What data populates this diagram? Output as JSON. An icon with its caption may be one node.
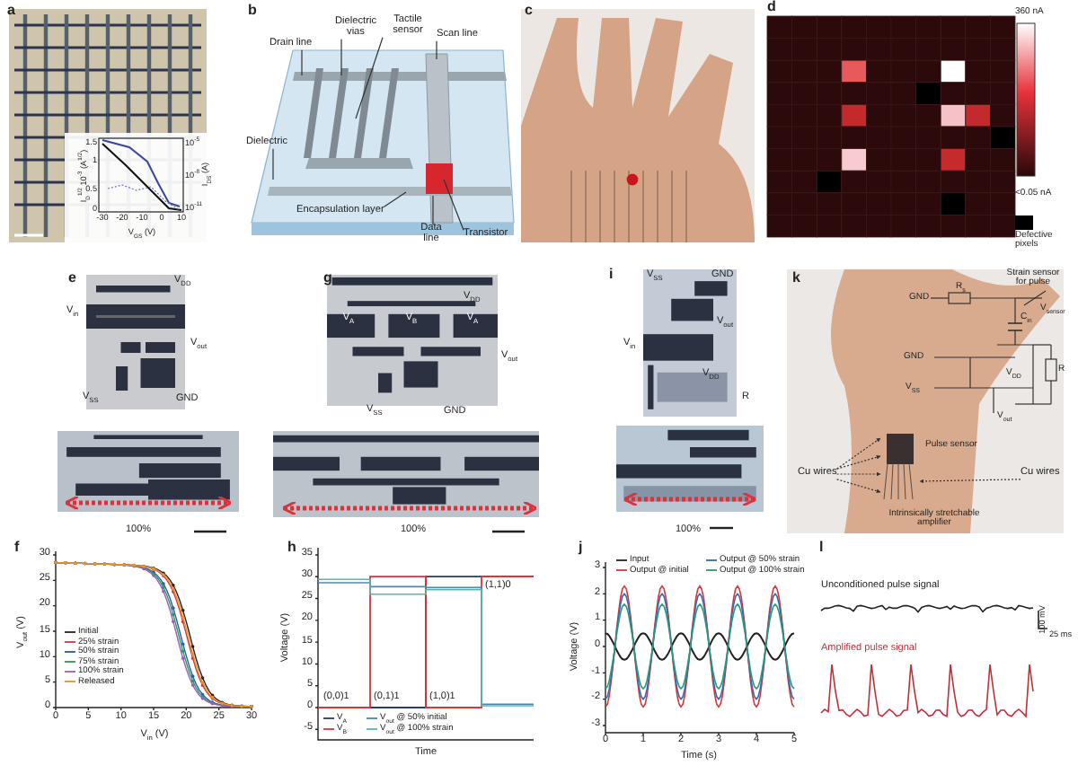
{
  "diagram": {
    "nodes": [
      {
        "text": [
          "Drain line"
        ]
      },
      {
        "text": [
          "Dielectric vias"
        ]
      },
      {
        "text": [
          "Tactile sensor"
        ]
      },
      {
        "text": [
          "Scan line"
        ]
      },
      {
        "text": [
          "Dielectric"
        ]
      },
      {
        "text": [
          "Encapsulation layer"
        ]
      },
      {
        "text": [
          "Data line"
        ]
      },
      {
        "text": [
          "Transistor"
        ]
      },
      {
        "text": [
          "Cu wires"
        ]
      },
      {
        "text": [
          "Cu wires"
        ]
      },
      {
        "text": [],
        "shape": "picture"
      }
    ],
    "edges": [
      {
        "from": 0,
        "to": null,
        "arrow": "none"
      },
      {
        "from": 1,
        "to": null,
        "arrow": "none"
      },
      {
        "from": 2,
        "to": null,
        "arrow": "none"
      },
      {
        "from": 3,
        "to": null,
        "arrow": "none"
      },
      {
        "from": 4,
        "to": null,
        "arrow": "none"
      },
      {
        "from": 5,
        "to": null,
        "arrow": "none"
      },
      {
        "from": 6,
        "to": null,
        "arrow": "none"
      },
      {
        "from": 7,
        "to": null,
        "arrow": "none"
      },
      {
        "from": 8,
        "to": 10,
        "arrow": "to",
        "style": "dashed"
      },
      {
        "from": 8,
        "to": 10,
        "arrow": "to",
        "style": "dashed"
      },
      {
        "from": 8,
        "to": 10,
        "arrow": "to",
        "style": "dashed"
      },
      {
        "from": 8,
        "to": 10,
        "arrow": "to",
        "style": "dashed"
      },
      {
        "from": 9,
        "to": 10,
        "arrow": "to",
        "style": "dashed"
      }
    ],
    "labels": [
      "a",
      "I$_{D}$$^{1/2}$ 10$^{-3}$ (A$^{1/2}$)",
      "1.5",
      "1",
      "0.5",
      "0",
      "10$^{-5}$",
      "10$^{-8}$",
      "10$^{-11}$",
      "I$_{DS}$ (A)",
      "-30",
      "-20",
      "-10",
      "0",
      "10",
      "V$_{GS}$ (V)",
      "b",
      "c",
      "d",
      "360 nA",
      "<0.05 nA",
      "e",
      "V$_{DD}$",
      "V$_{in}$",
      "V$_{out}$",
      "V$_{SS}$",
      "GND",
      "100%",
      "g",
      "V$_{DD}$",
      "V$_{A}$",
      "V$_{B}$",
      "V$_{A}$",
      "V$_{out}$",
      "V$_{SS}$",
      "GND",
      "100%",
      "i",
      "V$_{SS}$",
      "GND",
      "V$_{out}$",
      "V$_{in}$",
      "V$_{DD}$",
      "R",
      "100%",
      "k",
      "Strain sensor for pulse",
      "R$_{s}$",
      "GND",
      "V$_{sensor}$",
      "C$_{in}$",
      "GND",
      "V$_{DD}$",
      "R",
      "V$_{SS}$",
      "V$_{out}$",
      "Pulse sensor",
      "Intrinsically stretchable amplifier",
      "f",
      "30",
      "25",
      "20",
      "15",
      "10",
      "5",
      "0",
      "0",
      "5",
      "10",
      "15",
      "20",
      "25",
      "30",
      "V$_{out}$ (V)",
      "V$_{in}$ (V)",
      "h",
      "35",
      "30",
      "25",
      "20",
      "15",
      "10",
      "5",
      "0",
      "-5",
      "Voltage (V)",
      "(0,0)1",
      "(0,1)1",
      "(1,0)1",
      "(1,1)0",
      "Time",
      "j",
      "3",
      "2",
      "1",
      "0",
      "-1",
      "-2",
      "-3",
      "0",
      "1",
      "2",
      "3",
      "4",
      "5",
      "Voltage (V)",
      "Time (s)",
      "l",
      "Unconditioned pulse signal",
      "Amplified pulse signal",
      "100 mV",
      "25 ms"
    ],
    "legend": [
      {
        "text": "Defective pixels",
        "color": "#000000"
      },
      {
        "text": "Initial"
      },
      {
        "text": "25% strain"
      },
      {
        "text": "50% strain"
      },
      {
        "text": "75% strain"
      },
      {
        "text": "100% strain"
      },
      {
        "text": "Released"
      },
      {
        "text": "V$_{A}$"
      },
      {
        "text": "V$_{B}$"
      },
      {
        "text": "V$_{out}$ @ 50% initial"
      },
      {
        "text": "V$_{out}$ @ 100% strain"
      },
      {
        "text": "Input"
      },
      {
        "text": "Output @ initial"
      },
      {
        "text": "Output @ 50% strain"
      },
      {
        "text": "Output @ 100% strain"
      }
    ]
  }
}
